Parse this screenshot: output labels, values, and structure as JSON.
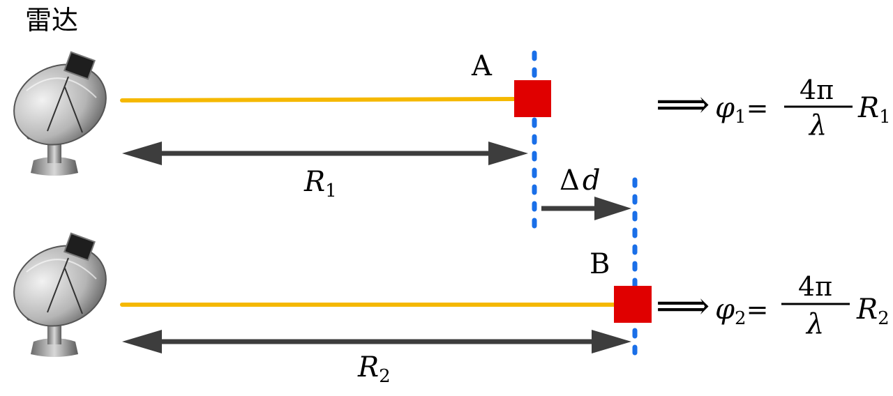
{
  "title": "雷达",
  "colors": {
    "beam": "#f5b800",
    "target": "#e00000",
    "dotted_line": "#1a6fe8",
    "arrow": "#3d3d3d",
    "text": "#000000"
  },
  "radars": [
    {
      "icon": "radar-dish-icon"
    },
    {
      "icon": "radar-dish-icon"
    }
  ],
  "targets": {
    "a": {
      "label": "A"
    },
    "b": {
      "label": "B"
    }
  },
  "distances": {
    "r1": {
      "var": "R",
      "sub": "1"
    },
    "r2": {
      "var": "R",
      "sub": "2"
    },
    "delta": {
      "symbol": "Δ",
      "var": "d"
    }
  },
  "formulas": [
    {
      "implies": "⟹",
      "phi": "φ",
      "sub": "1",
      "eq": "=",
      "num": "4π",
      "den": "λ",
      "rvar": "R",
      "rsub": "1"
    },
    {
      "implies": "⟹",
      "phi": "φ",
      "sub": "2",
      "eq": "=",
      "num": "4π",
      "den": "λ",
      "rvar": "R",
      "rsub": "2"
    }
  ]
}
